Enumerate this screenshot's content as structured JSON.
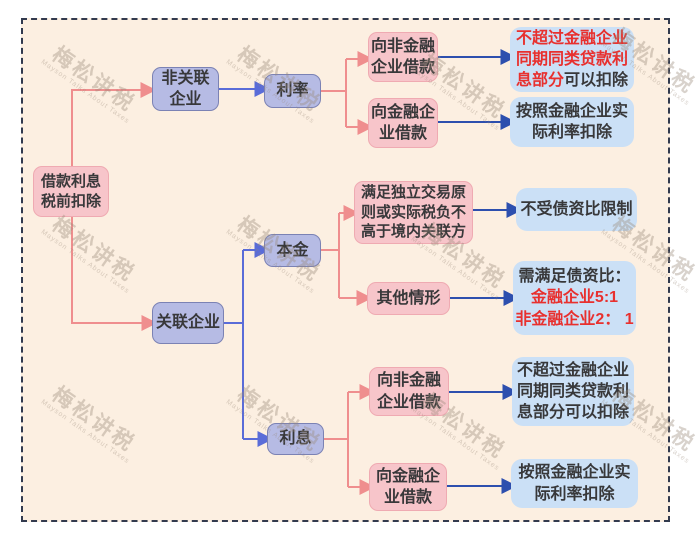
{
  "colors": {
    "background": "#fcefe1",
    "border": "#323a4e",
    "pink_fill": "#f7c5ca",
    "pink_border": "#efaab2",
    "lavender_fill": "#b6bbe4",
    "lavender_border": "#7b82b4",
    "result_fill": "#cbe0f6",
    "salmon_line": "#ef8e8e",
    "blue_line": "#5a6cd8",
    "navy_line": "#2d4fae",
    "red_text": "#e8302e",
    "dark_text": "#38383a"
  },
  "nodes": {
    "root": {
      "lines": [
        "借款利息",
        "税前扣除"
      ]
    },
    "non_related": {
      "lines": [
        "非关联",
        "企业"
      ]
    },
    "rate": {
      "lines": [
        "利率"
      ]
    },
    "principal": {
      "lines": [
        "本金"
      ]
    },
    "related": {
      "lines": [
        "关联企业"
      ]
    },
    "interest": {
      "lines": [
        "利息"
      ]
    },
    "p_top_nonfin": {
      "lines": [
        "向非金融",
        "企业借款"
      ]
    },
    "p_top_fin": {
      "lines": [
        "向金融企",
        "业借款"
      ]
    },
    "p_arms": {
      "lines": [
        "满足独立交易原",
        "则或实际税负不",
        "高于境内关联方"
      ]
    },
    "p_other": {
      "lines": [
        "其他情形"
      ]
    },
    "p_bot_nonfin": {
      "lines": [
        "向非金融",
        "企业借款"
      ]
    },
    "p_bot_fin": {
      "lines": [
        "向金融企",
        "业借款"
      ]
    },
    "r_top_nonfin": {
      "line1": "不超过金融企业",
      "line2": "同期同类贷款利",
      "line3_red": "息部分",
      "line3_dark": "可以扣除"
    },
    "r_top_fin": {
      "lines": [
        "按照金融企业实",
        "际利率扣除"
      ]
    },
    "r_no_limit": {
      "lines": [
        "不受债资比限制"
      ]
    },
    "r_ratio": {
      "line1": "需满足债资比：",
      "line2": "金融企业5:1",
      "line3": "非金融企业2： 1"
    },
    "r_bot_nonfin": {
      "lines": [
        "不超过金融企业",
        "同期同类贷款利",
        "息部分可以扣除"
      ]
    },
    "r_bot_fin": {
      "lines": [
        "按照金融企业实",
        "际利率扣除"
      ]
    }
  },
  "watermark": {
    "text": "梅松讲税",
    "subtext": "Mayson Talks About Taxes"
  }
}
